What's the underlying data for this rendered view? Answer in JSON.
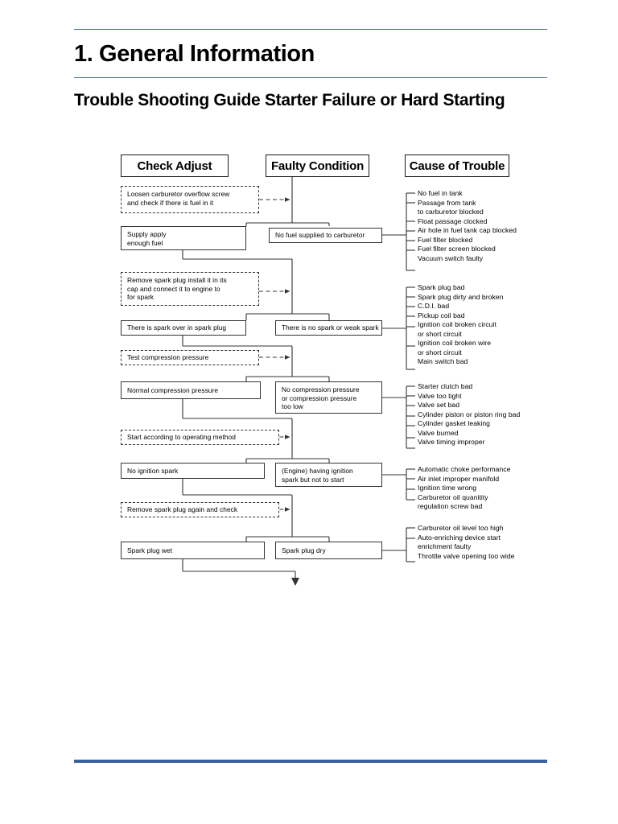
{
  "page": {
    "title": "1. General Information",
    "subtitle_line1": "Trouble Shooting Guide",
    "subtitle_line2": "Starter Failure or Hard Starting",
    "rule_color": "#4a6fa8",
    "footer_rule_color": "#3a5fa0"
  },
  "columns": [
    {
      "label": "Check Adjust"
    },
    {
      "label": "Faulty Condition"
    },
    {
      "label": "Cause of Trouble"
    }
  ],
  "chart_data": {
    "type": "diagram",
    "title": "Trouble Shooting Guide - Starter Failure or Hard Starting",
    "orientation": "top-to-bottom",
    "columns": [
      "Check Adjust",
      "Faulty Condition",
      "Cause of Trouble"
    ],
    "steps": [
      {
        "check": {
          "lines": [
            "Loosen carburetor overflow screw",
            "and check if there is fuel in it"
          ],
          "style": "dashed"
        },
        "ok": {
          "lines": [
            "Supply apply",
            "enough fuel"
          ],
          "style": "solid"
        },
        "fault": {
          "lines": [
            "No fuel supplied to carburetor"
          ],
          "style": "solid"
        },
        "causes": [
          "No fuel in tank",
          "Passage from tank",
          "to carburetor blocked",
          "Float passage clocked",
          "Air hole in fuel tank cap blocked",
          "Fuel filter blocked",
          "Fuel filter screen blocked",
          "Vacuum switch faulty"
        ],
        "cause_bullets": [
          true,
          true,
          false,
          true,
          true,
          true,
          true,
          true
        ]
      },
      {
        "check": {
          "lines": [
            "Remove spark plug install it in its",
            "cap and connect it to engine to",
            "for spark"
          ],
          "style": "dashed"
        },
        "ok": {
          "lines": [
            "There is spark over in spark plug"
          ],
          "style": "solid"
        },
        "fault": {
          "lines": [
            "There is no spark or weak spark"
          ],
          "style": "solid"
        },
        "causes": [
          "Spark plug bad",
          "Spark plug dirty and broken",
          "C.D.I. bad",
          "Pickup coil bad",
          "Ignition coil broken circuit",
          "or short circuit",
          "Ignition coil broken wire",
          "or short circuit",
          "Main switch bad"
        ],
        "cause_bullets": [
          true,
          true,
          true,
          true,
          true,
          false,
          true,
          false,
          true
        ]
      },
      {
        "check": {
          "lines": [
            "Test compression pressure"
          ],
          "style": "dashed"
        },
        "ok": {
          "lines": [
            "Normal compression pressure"
          ],
          "style": "solid"
        },
        "fault": {
          "lines": [
            "No compression pressure",
            "or compression pressure",
            "too low"
          ],
          "style": "solid"
        },
        "causes": [
          "Starter clutch bad",
          "Valve too tight",
          "Valve set bad",
          "Cylinder piston or piston ring bad",
          "Cylinder gasket leaking",
          "Valve burned",
          "Valve timing improper"
        ],
        "cause_bullets": [
          true,
          true,
          true,
          true,
          true,
          true,
          true
        ]
      },
      {
        "check": {
          "lines": [
            "Start according to operating method"
          ],
          "style": "dashed"
        },
        "ok": {
          "lines": [
            "No ignition spark"
          ],
          "style": "solid"
        },
        "fault": {
          "lines": [
            "(Engine) having ignition",
            "spark but not to start"
          ],
          "style": "solid"
        },
        "causes": [
          "Automatic choke performance",
          "Air inlet improper manifold",
          "Ignition time wrong",
          "Carburetor oil quanitity",
          "regulation screw bad"
        ],
        "cause_bullets": [
          true,
          true,
          true,
          true,
          false
        ]
      },
      {
        "check": {
          "lines": [
            "Remove spark plug again and check"
          ],
          "style": "dashed"
        },
        "ok": {
          "lines": [
            "Spark plug wet"
          ],
          "style": "solid"
        },
        "fault": {
          "lines": [
            "Spark plug dry"
          ],
          "style": "solid"
        },
        "causes": [
          "Carburetor oil level too high",
          "Auto-enriching device start",
          "enrichment faulty",
          "Throttle valve opening too wide"
        ],
        "cause_bullets": [
          true,
          true,
          false,
          true
        ]
      }
    ],
    "terminator": "down-arrow"
  }
}
